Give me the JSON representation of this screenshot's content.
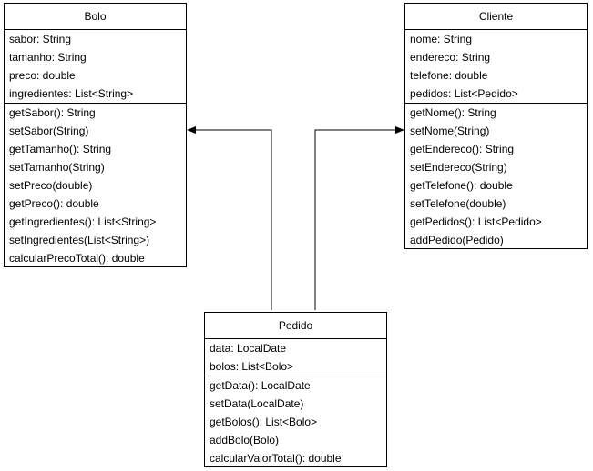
{
  "classes": {
    "bolo": {
      "name": "Bolo",
      "attributes": [
        "sabor: String",
        "tamanho: String",
        "preco: double",
        "ingredientes: List<String>"
      ],
      "methods": [
        "getSabor(): String",
        "setSabor(String)",
        "getTamanho(): String",
        "setTamanho(String)",
        "setPreco(double)",
        "getPreco(): double",
        "getIngredientes(): List<String>",
        "setIngredientes(List<String>)",
        "calcularPrecoTotal(): double"
      ]
    },
    "cliente": {
      "name": "Cliente",
      "attributes": [
        "nome: String",
        "endereco: String",
        "telefone: double",
        "pedidos: List<Pedido>"
      ],
      "methods": [
        "getNome(): String",
        "setNome(String)",
        "getEndereco(): String",
        "setEndereco(String)",
        "getTelefone(): double",
        "setTelefone(double)",
        "getPedidos(): List<Pedido>",
        "addPedido(Pedido)"
      ]
    },
    "pedido": {
      "name": "Pedido",
      "attributes": [
        "data: LocalDate",
        "bolos: List<Bolo>"
      ],
      "methods": [
        "getData(): LocalDate",
        "setData(LocalDate)",
        "getBolos(): List<Bolo>",
        "addBolo(Bolo)",
        "calcularValorTotal(): double"
      ]
    }
  },
  "relationships": [
    {
      "from": "Pedido",
      "to": "Bolo",
      "type": "association"
    },
    {
      "from": "Pedido",
      "to": "Cliente",
      "type": "association"
    }
  ],
  "colors": {
    "line": "#000000",
    "background": "#ffffff"
  }
}
